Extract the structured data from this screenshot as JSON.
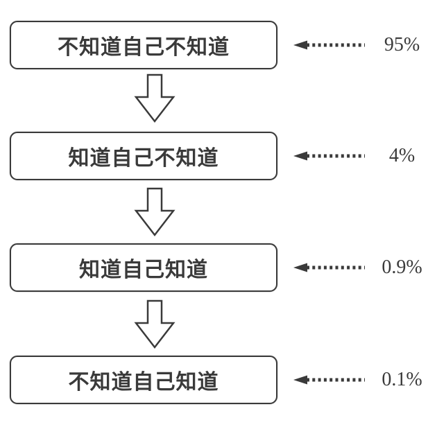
{
  "page": {
    "background_color": "#ffffff",
    "ink_color": "#3a3a3a"
  },
  "diagram": {
    "type": "flow",
    "description": "Four stages of knowledge awareness with percentage annotations",
    "levels": [
      {
        "label": "不知道自己不知道",
        "percent": "95%"
      },
      {
        "label": "知道自己不知道",
        "percent": "4%"
      },
      {
        "label": "知道自己知道",
        "percent": "0.9%"
      },
      {
        "label": "不知道自己知道",
        "percent": "0.1%"
      }
    ],
    "icons": {
      "connector": "hollow-down-arrow-icon",
      "annotation": "dotted-left-arrow-icon"
    }
  }
}
